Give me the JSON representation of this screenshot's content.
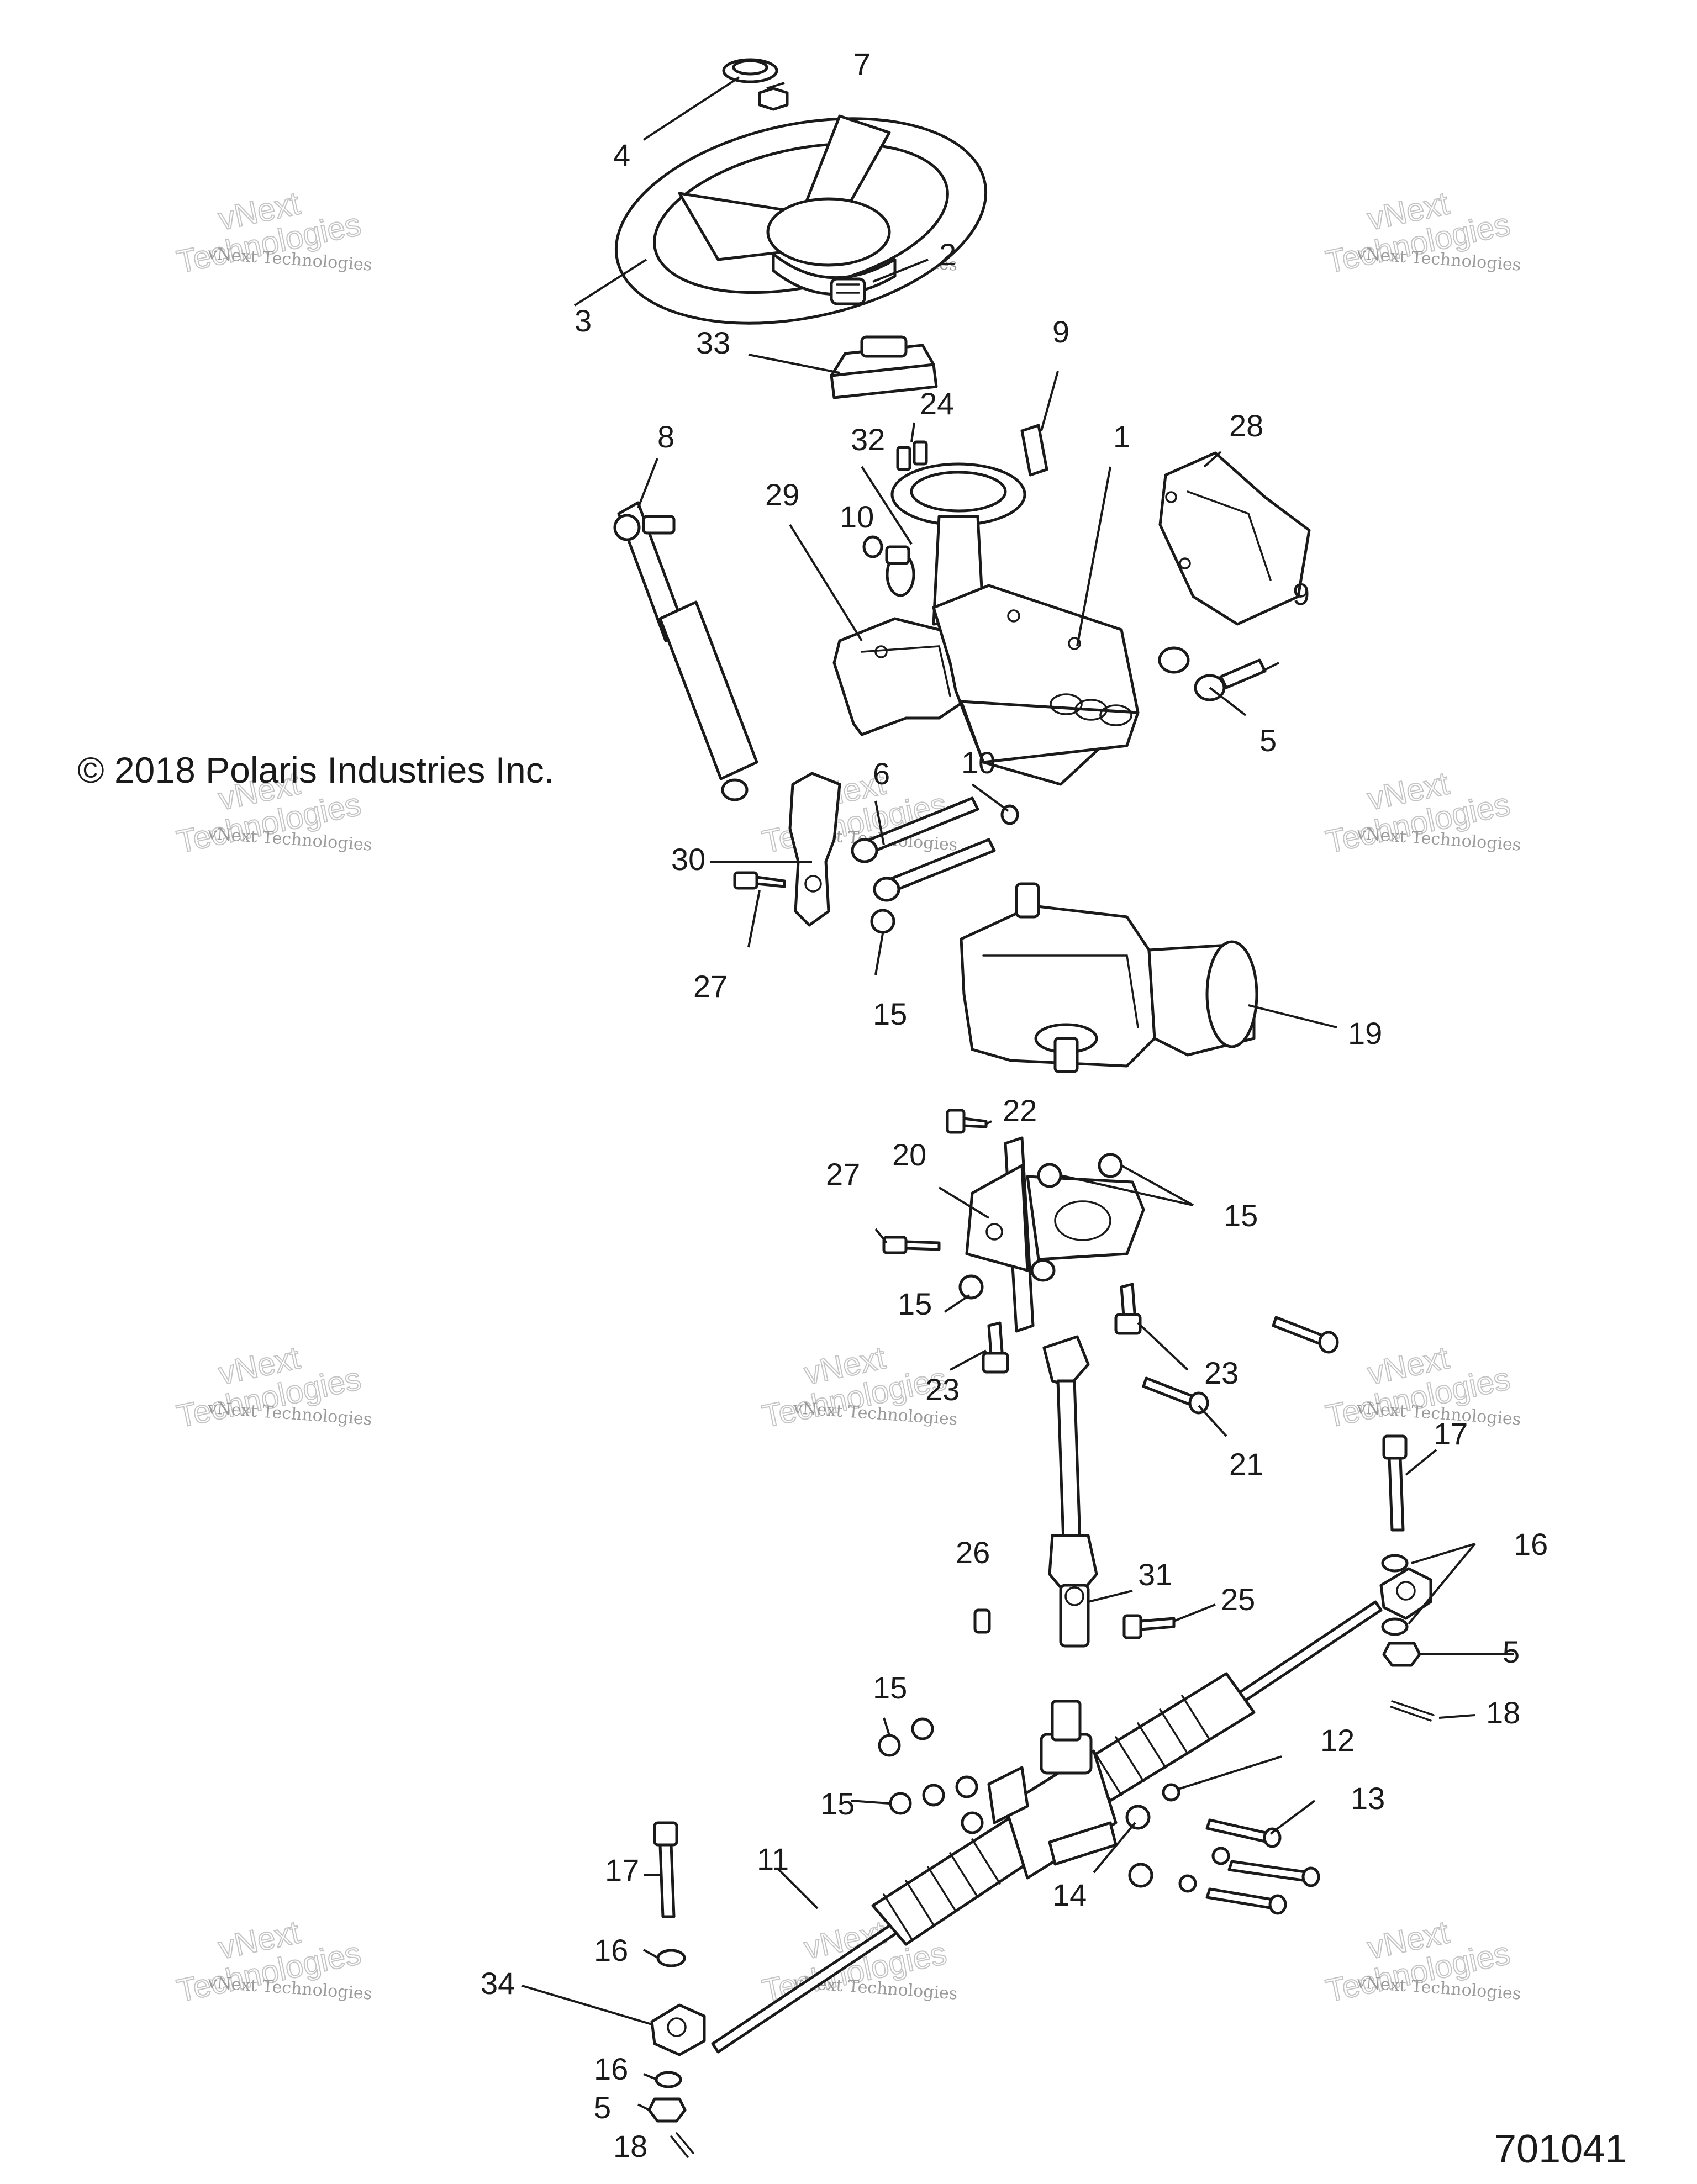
{
  "copyright": "© 2018 Polaris Industries Inc.",
  "figure_number": "701041",
  "watermark": {
    "line1": "vNext",
    "line2": "Technologies",
    "small": "vNext Technologies"
  },
  "callouts": [
    {
      "id": "c1",
      "label": "1"
    },
    {
      "id": "c2",
      "label": "2"
    },
    {
      "id": "c3",
      "label": "3"
    },
    {
      "id": "c4",
      "label": "4"
    },
    {
      "id": "c5a",
      "label": "5"
    },
    {
      "id": "c5b",
      "label": "5"
    },
    {
      "id": "c5c",
      "label": "5"
    },
    {
      "id": "c6",
      "label": "6"
    },
    {
      "id": "c7",
      "label": "7"
    },
    {
      "id": "c8",
      "label": "8"
    },
    {
      "id": "c9a",
      "label": "9"
    },
    {
      "id": "c9b",
      "label": "9"
    },
    {
      "id": "c10a",
      "label": "10"
    },
    {
      "id": "c10b",
      "label": "10"
    },
    {
      "id": "c11",
      "label": "11"
    },
    {
      "id": "c12",
      "label": "12"
    },
    {
      "id": "c13",
      "label": "13"
    },
    {
      "id": "c14",
      "label": "14"
    },
    {
      "id": "c15a",
      "label": "15"
    },
    {
      "id": "c15b",
      "label": "15"
    },
    {
      "id": "c15c",
      "label": "15"
    },
    {
      "id": "c15d",
      "label": "15"
    },
    {
      "id": "c15e",
      "label": "15"
    },
    {
      "id": "c16a",
      "label": "16"
    },
    {
      "id": "c16b",
      "label": "16"
    },
    {
      "id": "c16c",
      "label": "16"
    },
    {
      "id": "c17a",
      "label": "17"
    },
    {
      "id": "c17b",
      "label": "17"
    },
    {
      "id": "c18a",
      "label": "18"
    },
    {
      "id": "c18b",
      "label": "18"
    },
    {
      "id": "c19",
      "label": "19"
    },
    {
      "id": "c20",
      "label": "20"
    },
    {
      "id": "c21",
      "label": "21"
    },
    {
      "id": "c22",
      "label": "22"
    },
    {
      "id": "c23a",
      "label": "23"
    },
    {
      "id": "c23b",
      "label": "23"
    },
    {
      "id": "c24",
      "label": "24"
    },
    {
      "id": "c25",
      "label": "25"
    },
    {
      "id": "c26",
      "label": "26"
    },
    {
      "id": "c27a",
      "label": "27"
    },
    {
      "id": "c27b",
      "label": "27"
    },
    {
      "id": "c28",
      "label": "28"
    },
    {
      "id": "c29",
      "label": "29"
    },
    {
      "id": "c30",
      "label": "30"
    },
    {
      "id": "c31",
      "label": "31"
    },
    {
      "id": "c32",
      "label": "32"
    },
    {
      "id": "c33",
      "label": "33"
    },
    {
      "id": "c34",
      "label": "34"
    }
  ]
}
